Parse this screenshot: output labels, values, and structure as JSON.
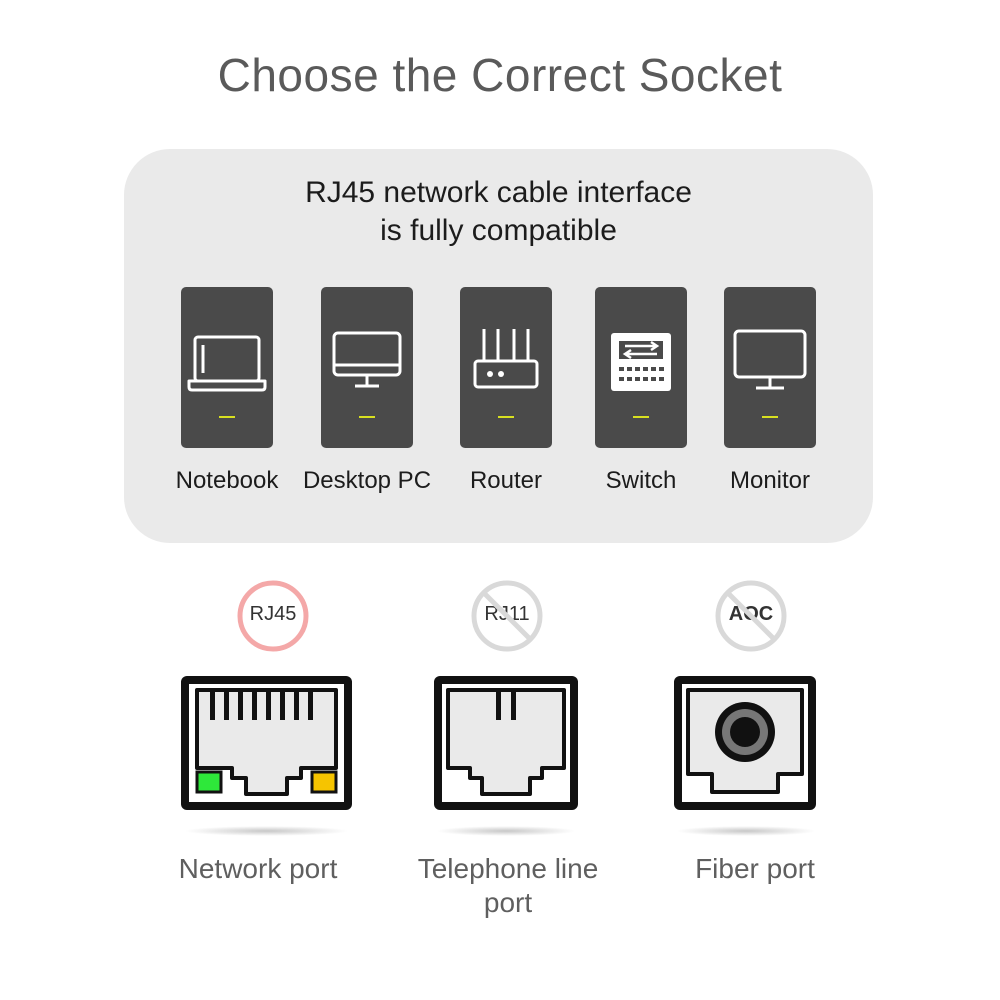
{
  "title": "Choose the Correct Socket",
  "compat": {
    "line1": "RJ45 network cable interface",
    "line2": "is fully compatible"
  },
  "devices": [
    {
      "label": "Notebook",
      "icon": "laptop-icon"
    },
    {
      "label": "Desktop PC",
      "icon": "desktop-icon"
    },
    {
      "label": "Router",
      "icon": "router-icon"
    },
    {
      "label": "Switch",
      "icon": "switch-icon"
    },
    {
      "label": "Monitor",
      "icon": "monitor-icon"
    }
  ],
  "ports": [
    {
      "badge": "RJ45",
      "status": "correct",
      "label": "Network port",
      "icon": "rj45-port-icon"
    },
    {
      "badge": "RJ11",
      "status": "incorrect",
      "label": "Telephone line port",
      "icon": "rj11-port-icon"
    },
    {
      "badge": "AOC",
      "status": "incorrect",
      "label": "Fiber port",
      "icon": "fiber-port-icon"
    }
  ],
  "colors": {
    "panel": "#eaeaea",
    "card": "#4a4a4a",
    "led": "#d8e020",
    "correct_ring": "#f4a8a8",
    "incorrect_ring": "#d9d9d9",
    "port_green": "#2ee83a",
    "port_yellow": "#f6c400"
  }
}
